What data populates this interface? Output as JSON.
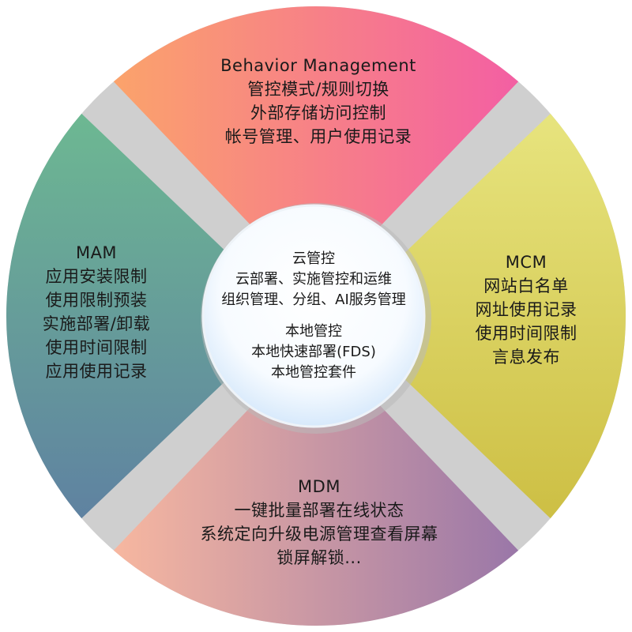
{
  "segments": {
    "top": {
      "title": "Behavior Management",
      "lines": [
        "管控模式/规则切换",
        "外部存储访问控制",
        "帐号管理、用户使用记录"
      ],
      "color_start": "#fba36b",
      "color_end": "#f35fa3"
    },
    "right": {
      "title": "MCM",
      "lines": [
        "网站白名单",
        "网址使用记录",
        "使用时间限制",
        "言息发布"
      ],
      "color_start": "#e7e47e",
      "color_end": "#cdbf44"
    },
    "bottom": {
      "title": "MDM",
      "lines": [
        "一键批量部署在线状态",
        "系统定向升级电源管理查看屏幕",
        "锁屏解锁..."
      ],
      "color_start": "#f7b7a0",
      "color_end": "#9a77a8"
    },
    "left": {
      "title": "MAM",
      "lines": [
        "应用安装限制",
        "使用限制预装",
        "实施部署/卸载",
        "使用时间限制",
        "应用使用记录"
      ],
      "color_start": "#6db892",
      "color_end": "#5f82a1"
    }
  },
  "center": {
    "cloud_title": "云管控",
    "cloud_lines": [
      "云部署、实施管控和运维",
      "组织管理、分组、AI服务管理"
    ],
    "local_title": "本地管控",
    "local_lines": [
      "本地快速部署(FDS)",
      "本地管控套件"
    ]
  }
}
